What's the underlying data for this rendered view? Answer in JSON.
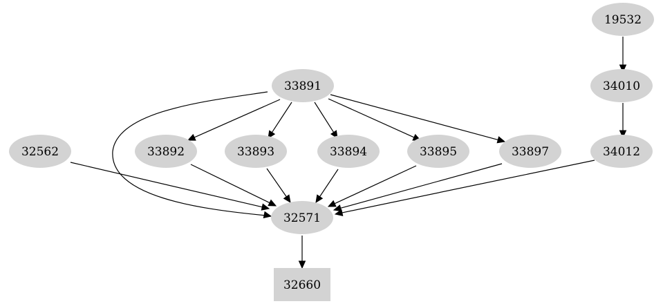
{
  "nodes": [
    {
      "id": "n19532",
      "label": "19532",
      "shape": "ellipse"
    },
    {
      "id": "n34010",
      "label": "34010",
      "shape": "ellipse"
    },
    {
      "id": "n33891",
      "label": "33891",
      "shape": "ellipse"
    },
    {
      "id": "n34012",
      "label": "34012",
      "shape": "ellipse"
    },
    {
      "id": "n32562",
      "label": "32562",
      "shape": "ellipse"
    },
    {
      "id": "n33892",
      "label": "33892",
      "shape": "ellipse"
    },
    {
      "id": "n33893",
      "label": "33893",
      "shape": "ellipse"
    },
    {
      "id": "n33894",
      "label": "33894",
      "shape": "ellipse"
    },
    {
      "id": "n33895",
      "label": "33895",
      "shape": "ellipse"
    },
    {
      "id": "n33897",
      "label": "33897",
      "shape": "ellipse"
    },
    {
      "id": "n32571",
      "label": "32571",
      "shape": "ellipse"
    },
    {
      "id": "n32660",
      "label": "32660",
      "shape": "box"
    }
  ],
  "edges": [
    {
      "from": "n19532",
      "to": "n34010"
    },
    {
      "from": "n34010",
      "to": "n34012"
    },
    {
      "from": "n33891",
      "to": "n32571"
    },
    {
      "from": "n33891",
      "to": "n33892"
    },
    {
      "from": "n33891",
      "to": "n33893"
    },
    {
      "from": "n33891",
      "to": "n33894"
    },
    {
      "from": "n33891",
      "to": "n33895"
    },
    {
      "from": "n33891",
      "to": "n33897"
    },
    {
      "from": "n32562",
      "to": "n32571"
    },
    {
      "from": "n33892",
      "to": "n32571"
    },
    {
      "from": "n33893",
      "to": "n32571"
    },
    {
      "from": "n33894",
      "to": "n32571"
    },
    {
      "from": "n33895",
      "to": "n32571"
    },
    {
      "from": "n33897",
      "to": "n32571"
    },
    {
      "from": "n34012",
      "to": "n32571"
    },
    {
      "from": "n32571",
      "to": "n32660"
    }
  ],
  "colors": {
    "node_fill": "#d3d3d3",
    "edge": "#000000",
    "text": "#000000"
  }
}
